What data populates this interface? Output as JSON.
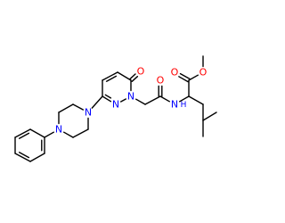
{
  "colors": {
    "background": "#ffffff",
    "bond": "#000000",
    "carbon": "#000000",
    "oxygen": "#ff0000",
    "nitrogen": "#0000ff"
  },
  "atoms": [
    {
      "name": "oxygen-atom-ring-carbonyl",
      "text": "O",
      "element": "oxygen"
    },
    {
      "name": "nitrogen-atom-ring-n1",
      "text": "N",
      "element": "nitrogen"
    },
    {
      "name": "nitrogen-atom-ring-n2",
      "text": "N",
      "element": "nitrogen"
    },
    {
      "name": "nitrogen-atom-piperazine-n4",
      "text": "N",
      "element": "nitrogen"
    },
    {
      "name": "nitrogen-atom-piperazine-n1",
      "text": "N",
      "element": "nitrogen"
    },
    {
      "name": "oxygen-atom-amide",
      "text": "O",
      "element": "oxygen"
    },
    {
      "name": "nitrogen-atom-amide",
      "text": "N",
      "element": "nitrogen"
    },
    {
      "name": "hydrogen-atom-amide",
      "text": "H",
      "element": "nitrogen"
    },
    {
      "name": "oxygen-atom-ester-carbonyl",
      "text": "O",
      "element": "oxygen"
    },
    {
      "name": "oxygen-atom-ester-ether",
      "text": "O",
      "element": "oxygen"
    }
  ]
}
